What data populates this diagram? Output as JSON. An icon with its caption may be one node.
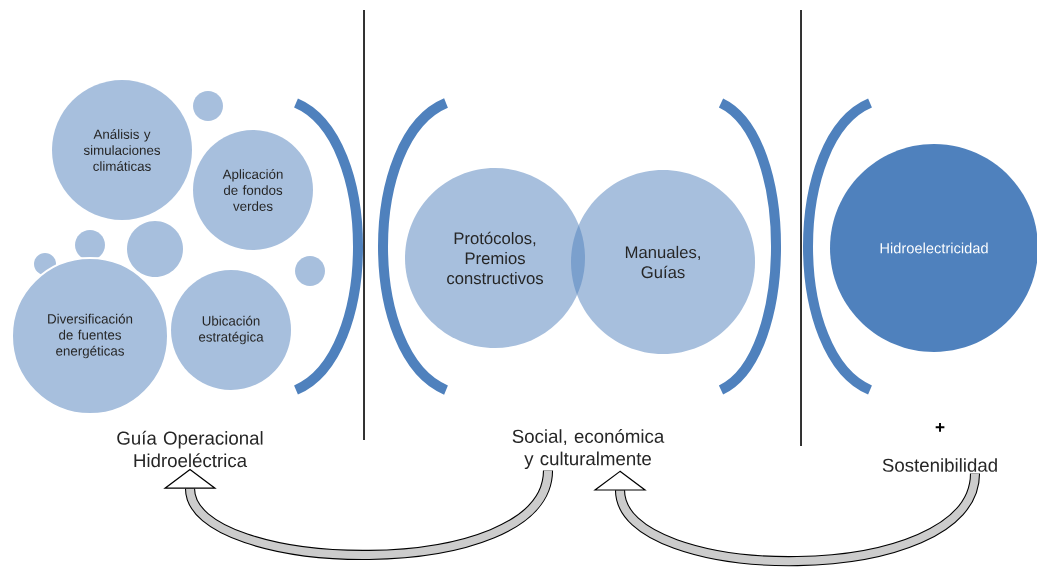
{
  "diagram": {
    "nodes": [
      {
        "text": [
          "Análisis y simulaciones climáticas"
        ]
      },
      {
        "text": [],
        "shape": "circle"
      },
      {
        "text": [
          "Aplicación de fondos verdes"
        ]
      },
      {
        "text": [],
        "shape": "circle"
      },
      {
        "text": [],
        "shape": "circle"
      },
      {
        "text": [],
        "shape": "circle"
      },
      {
        "text": [],
        "shape": "circle"
      },
      {
        "text": [
          "Diversificación de fuentes energéticas"
        ]
      },
      {
        "text": [
          "Ubicación estratégica"
        ]
      },
      {
        "text": [
          "Guía Operacional Hidroeléctrica"
        ]
      },
      {
        "text": [
          "Protócolos, Premios constructivos"
        ]
      },
      {
        "text": [
          "Manuales, Guías"
        ]
      },
      {
        "text": [
          "Social, económica y culturalmente"
        ]
      },
      {
        "text": [
          "Hidroelectricidad"
        ]
      },
      {
        "text": [
          "Sostenibilidad"
        ]
      }
    ],
    "edges": [
      {
        "from": 12,
        "to": 9,
        "arrow": "to"
      },
      {
        "from": 14,
        "to": 12,
        "arrow": "to"
      }
    ],
    "labels": [
      "+"
    ]
  }
}
